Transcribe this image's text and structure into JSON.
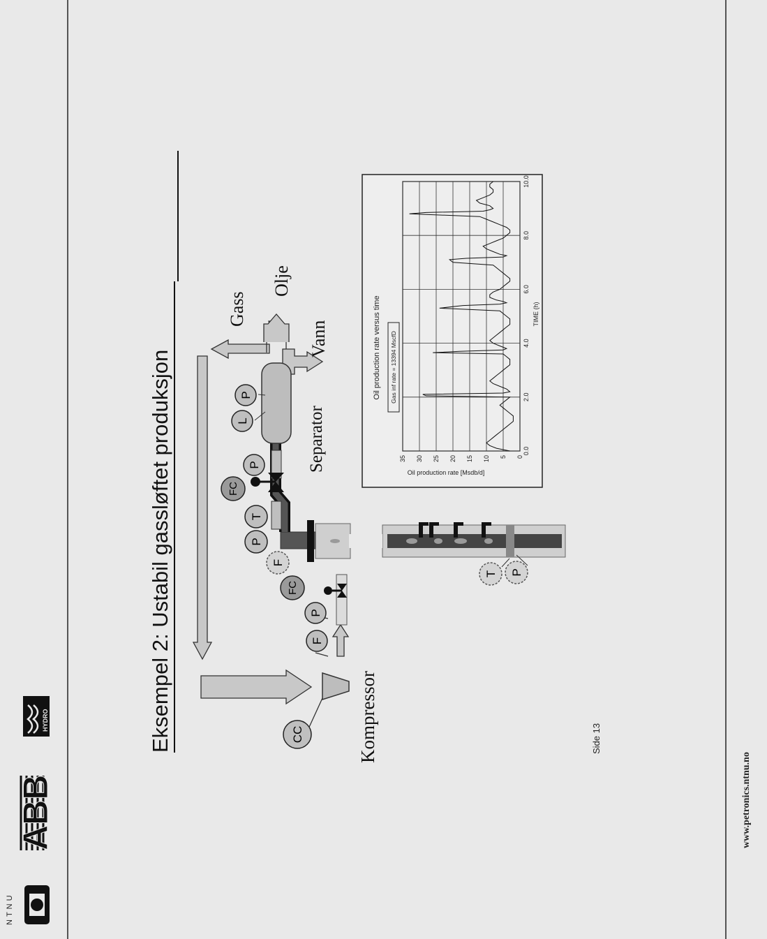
{
  "header": {
    "ntnu_label": "NTNU",
    "abb_logo_text": "ABB",
    "hydro_logo_text": "HYDRO"
  },
  "slide": {
    "title": "Eksempel 2: Ustabil gassløftet produksjon",
    "page_label": "Side 13"
  },
  "diagram": {
    "labels": {
      "compressor": "Kompressor",
      "separator": "Separator",
      "gas": "Gass",
      "oil": "Olje",
      "water": "Vann"
    },
    "instruments": {
      "cc": "CC",
      "flow_1": "F",
      "pressure_1": "P",
      "fc_1": "FC",
      "flow_2": "F",
      "pressure_2": "P",
      "temperature_1": "T",
      "fc_2": "FC",
      "pressure_3": "P",
      "level": "L",
      "pressure_4": "P",
      "temperature_bottom": "T",
      "pressure_bottom": "P"
    }
  },
  "chart_data": {
    "type": "line",
    "title": "Oil production rate versus time",
    "legend_box": "Gas inf rate = 13394 MscfD",
    "xlabel": "TIME (h)",
    "ylabel": "Oil production rate [Msdb/d]",
    "xlim": [
      0,
      100
    ],
    "ylim": [
      0,
      35
    ],
    "x_ticks": [
      "0.0",
      "2.0",
      "4.0",
      "6.0",
      "8.0",
      "10.0"
    ],
    "y_ticks": [
      "0",
      "5",
      "10",
      "15",
      "20",
      "25",
      "30",
      "35"
    ],
    "grid": true,
    "series": [
      {
        "values_x": [
          0,
          1,
          2,
          3,
          4,
          5,
          6,
          7,
          8,
          9,
          10,
          11,
          12,
          13,
          14,
          15,
          16,
          17,
          18,
          19,
          20,
          20.5,
          21,
          21.5,
          22,
          23,
          24,
          25,
          26,
          27,
          28,
          29,
          30,
          31,
          32,
          33,
          34,
          35,
          36,
          36.5,
          37,
          37.5,
          38,
          39,
          40,
          41,
          42,
          43,
          44,
          45,
          46,
          47,
          48,
          49,
          50,
          51,
          52,
          53,
          54,
          54.5,
          55,
          55.5,
          56,
          57,
          58,
          59,
          60,
          61,
          62,
          63,
          64,
          65,
          66,
          67,
          68,
          69,
          70,
          71,
          71.5,
          72,
          72.5,
          73,
          74,
          75,
          76,
          77,
          78,
          79,
          80,
          81,
          82,
          83,
          84,
          85,
          86,
          87,
          88,
          88.5,
          89,
          89.5,
          90,
          91,
          92,
          93,
          94,
          95,
          96,
          97,
          98,
          99,
          100
        ],
        "values_y": [
          3,
          7,
          9,
          10,
          9,
          8,
          7,
          6,
          5,
          4,
          3,
          2,
          2,
          2,
          3,
          4,
          5,
          6,
          5,
          4,
          3,
          28,
          29,
          5,
          3,
          4,
          6,
          8,
          9,
          8,
          7,
          6,
          5,
          4,
          3,
          3,
          3,
          4,
          5,
          26,
          18,
          5,
          4,
          6,
          8,
          9,
          8,
          7,
          6,
          5,
          4,
          3,
          3,
          3,
          4,
          5,
          6,
          24,
          17,
          6,
          4,
          5,
          7,
          9,
          9,
          8,
          6,
          5,
          4,
          3,
          3,
          4,
          5,
          6,
          7,
          8,
          20,
          21,
          16,
          5,
          4,
          6,
          8,
          10,
          11,
          9,
          7,
          5,
          4,
          3,
          3,
          4,
          6,
          8,
          10,
          12,
          33,
          28,
          11,
          9,
          8,
          9,
          12,
          13,
          11,
          9,
          8,
          8,
          9,
          9,
          8
        ]
      }
    ]
  }
}
